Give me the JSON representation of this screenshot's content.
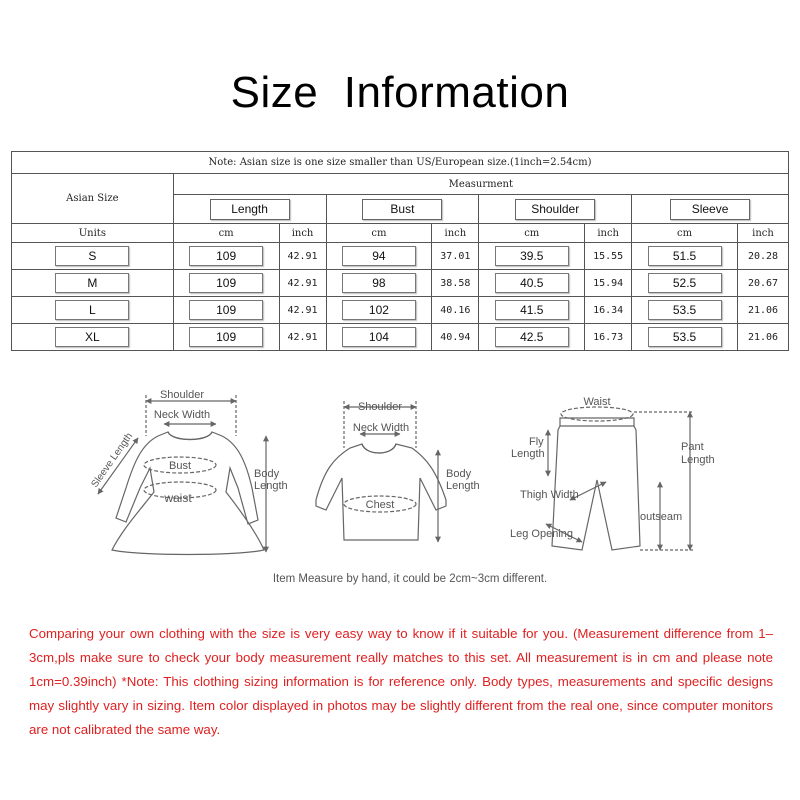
{
  "title": "Size  Information",
  "table": {
    "note": "Note: Asian size is one size smaller than US/European size.(1inch=2.54cm)",
    "asian_size_label": "Asian Size",
    "measurement_label": "Measurment",
    "units_label": "Units",
    "columns": [
      "Length",
      "Bust",
      "Shoulder",
      "Sleeve"
    ],
    "unit_cm": "cm",
    "unit_inch": "inch",
    "rows": [
      {
        "size": "S",
        "values": [
          "109",
          "42.91",
          "94",
          "37.01",
          "39.5",
          "15.55",
          "51.5",
          "20.28"
        ]
      },
      {
        "size": "M",
        "values": [
          "109",
          "42.91",
          "98",
          "38.58",
          "40.5",
          "15.94",
          "52.5",
          "20.67"
        ]
      },
      {
        "size": "L",
        "values": [
          "109",
          "42.91",
          "102",
          "40.16",
          "41.5",
          "16.34",
          "53.5",
          "21.06"
        ]
      },
      {
        "size": "XL",
        "values": [
          "109",
          "42.91",
          "104",
          "40.94",
          "42.5",
          "16.73",
          "53.5",
          "21.06"
        ]
      }
    ]
  },
  "diagrams": {
    "dress": {
      "shoulder": "Shoulder",
      "neck_width": "Neck Width",
      "sleeve_length": "Sleeve Length",
      "bust": "Bust",
      "waist": "waist",
      "body_length_1": "Body",
      "body_length_2": "Length"
    },
    "top": {
      "shoulder": "Shoulder",
      "neck_width": "Neck Width",
      "chest": "Chest",
      "body_length_1": "Body",
      "body_length_2": "Length"
    },
    "pants": {
      "waist": "Waist",
      "fly_length_1": "Fly",
      "fly_length_2": "Length",
      "thigh_width": "Thigh Width",
      "leg_opening": "Leg Opening",
      "outseam": "outseam",
      "pant_length_1": "Pant",
      "pant_length_2": "Length"
    },
    "caption": "Item Measure by hand, it could be 2cm~3cm different."
  },
  "notice": "Comparing your own clothing with the size is very easy way to know if it suitable for you. (Measurement difference from 1– 3cm,pls make sure to check your body measurement really matches to this set. All measurement is in cm and please note 1cm=0.39inch) *Note: This clothing sizing information is for reference only. Body types, measurements and specific designs may slightly vary in sizing. Item color displayed in photos may be slightly different from the real one, since computer monitors are not calibrated the same way."
}
